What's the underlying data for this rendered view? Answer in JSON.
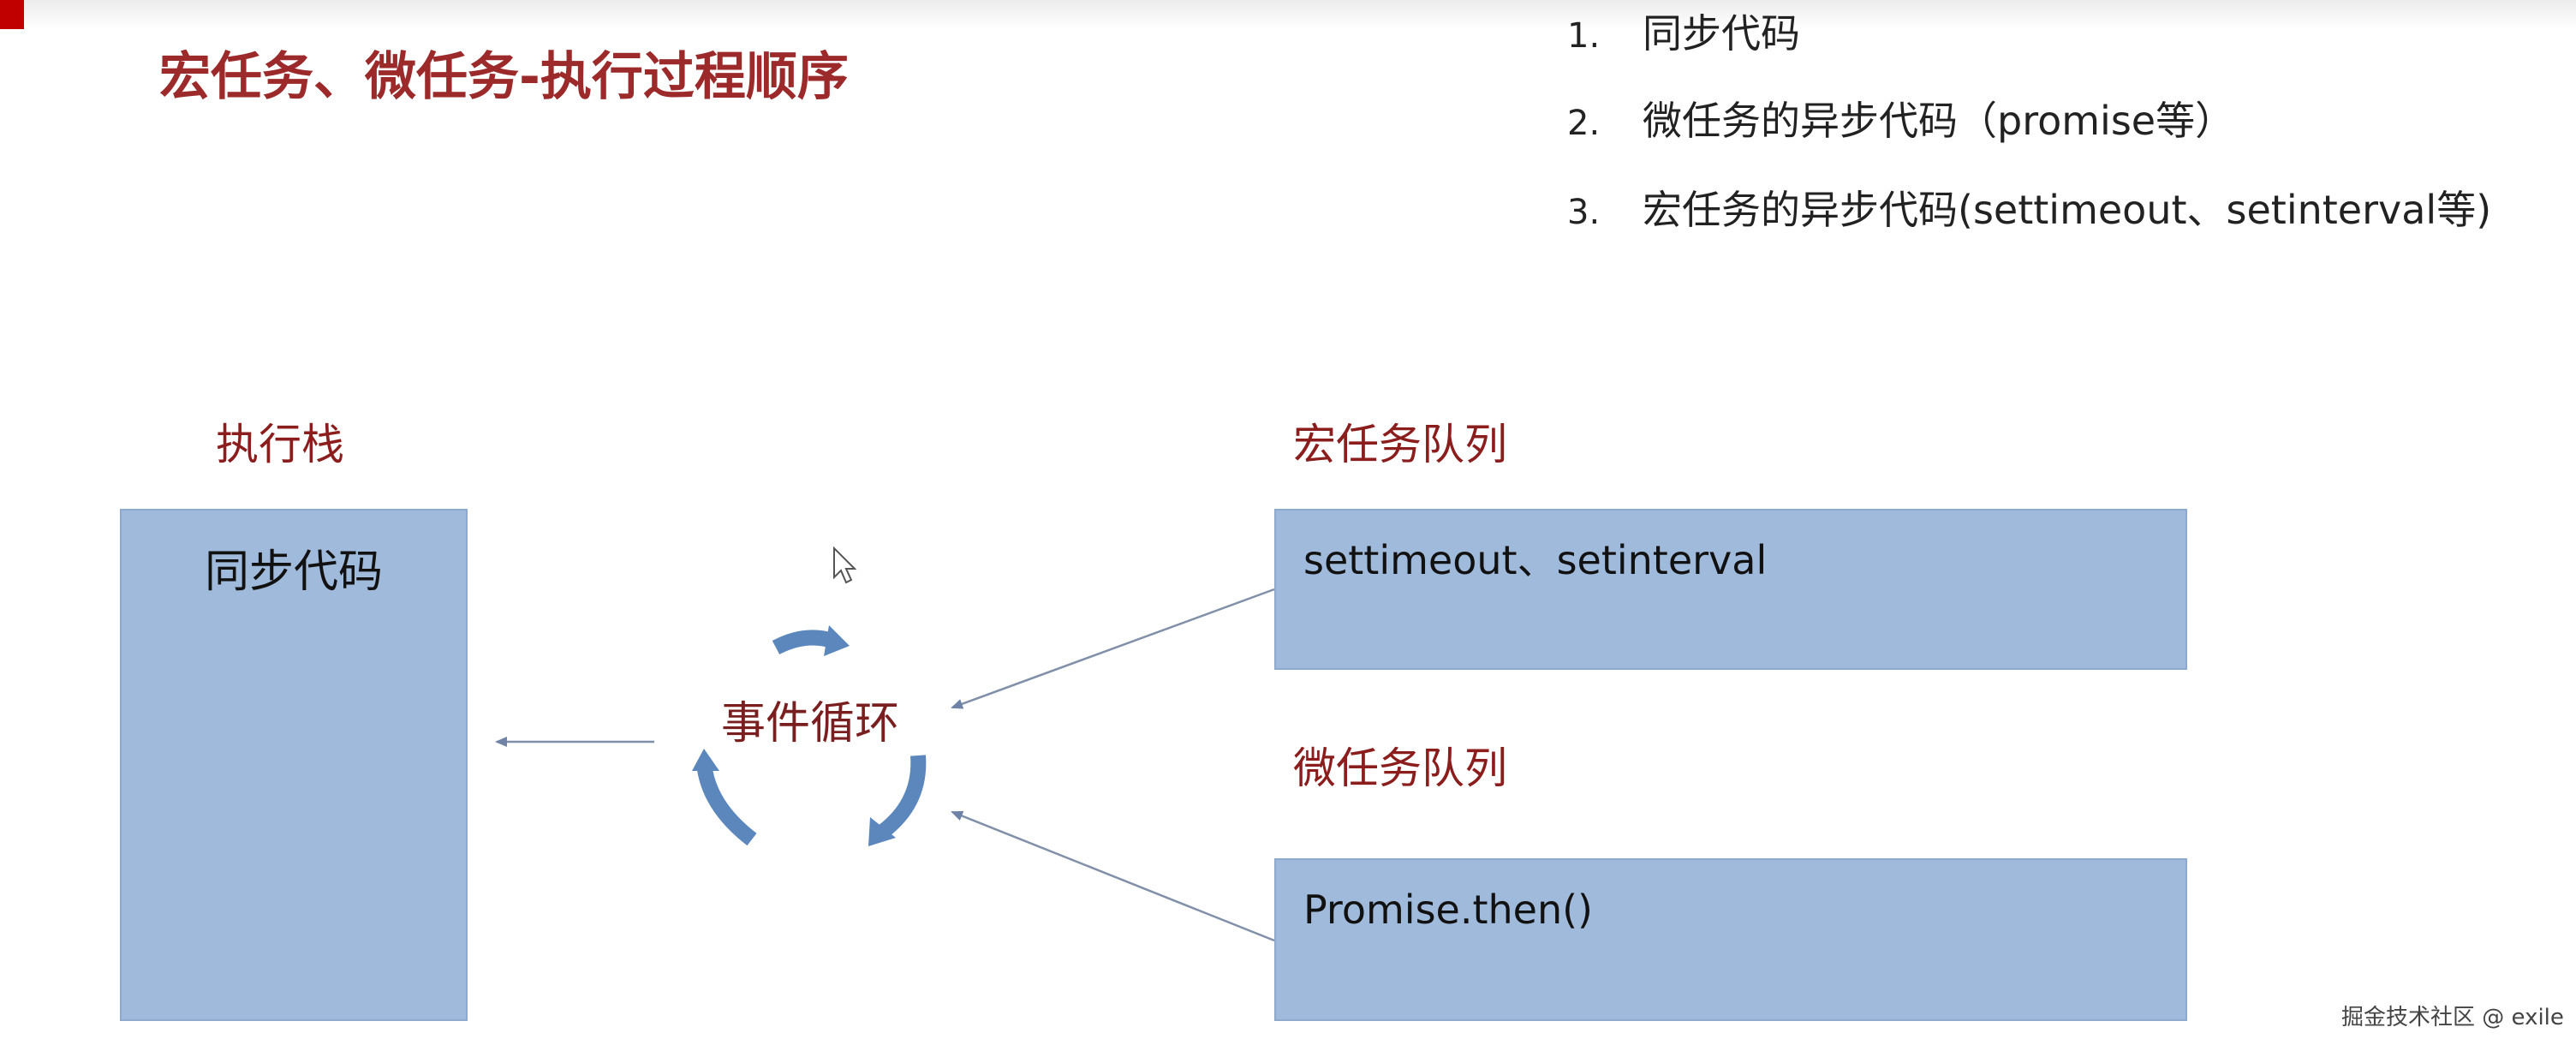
{
  "title": "宏任务、微任务-执行过程顺序",
  "steps": [
    {
      "num": "1.",
      "text": "同步代码"
    },
    {
      "num": "2.",
      "text": "微任务的异步代码（promise等）"
    },
    {
      "num": "3.",
      "text": "宏任务的异步代码(settimeout、setinterval等)"
    }
  ],
  "diagram": {
    "stack_label": "执行栈",
    "stack_content": "同步代码",
    "event_loop_label": "事件循环",
    "macro_label": "宏任务队列",
    "macro_content": "settimeout、setinterval",
    "micro_label": "微任务队列",
    "micro_content": "Promise.then()"
  },
  "watermark": "掘金技术社区 @ exile",
  "colors": {
    "title": "#9c2a2a",
    "label": "#8b1d1d",
    "box_fill": "#a0badc",
    "loop_arrow": "#5b87bd",
    "connector": "#8090a8"
  },
  "icons": [
    "cursor-pointer-icon"
  ]
}
